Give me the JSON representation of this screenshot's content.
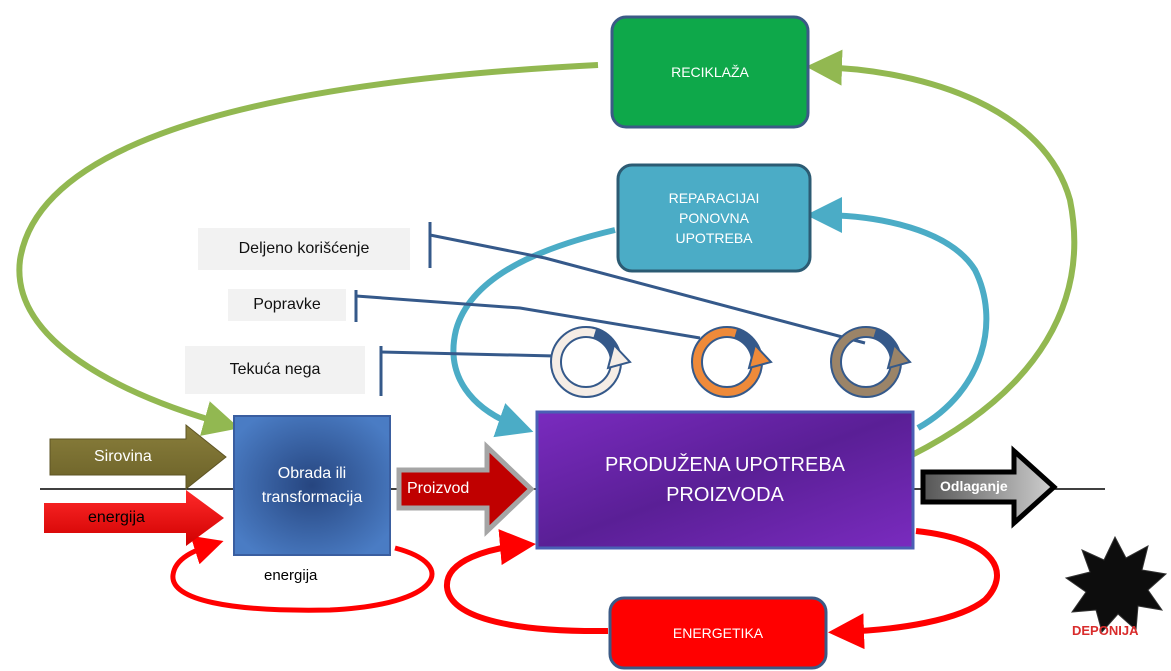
{
  "nodes": {
    "reciklaza": "RECIKLAŽA",
    "reparacija_l1": "REPARACIJAI",
    "reparacija_l2": "PONOVNA",
    "reparacija_l3": "UPOTREBA",
    "obrada_l1": "Obrada ili",
    "obrada_l2": "transformacija",
    "produzena_l1": "PRODUŽENA UPOTREBA",
    "produzena_l2": "PROIZVODA",
    "energetika": "ENERGETIKA",
    "deponija": "DEPONIJA"
  },
  "side_labels": {
    "deljeno": "Deljeno korišćenje",
    "popravke": "Popravke",
    "tekuca": "Tekuća nega"
  },
  "arrows": {
    "sirovina": "Sirovina",
    "energija_in": "energija",
    "proizvod": "Proizvod",
    "odlaganje": "Odlaganje",
    "energija_loop": "energija"
  },
  "colors": {
    "reciklaza": "#0ea84a",
    "reparacija": "#4bacc6",
    "obrada": "#3a6db5",
    "produzena": "#6a23a8",
    "energetika": "#ff0000",
    "green_loop": "#92b851",
    "blue_loop": "#4bacc6",
    "red_loop": "#ff0000",
    "deponija_text": "#d92c2c"
  }
}
